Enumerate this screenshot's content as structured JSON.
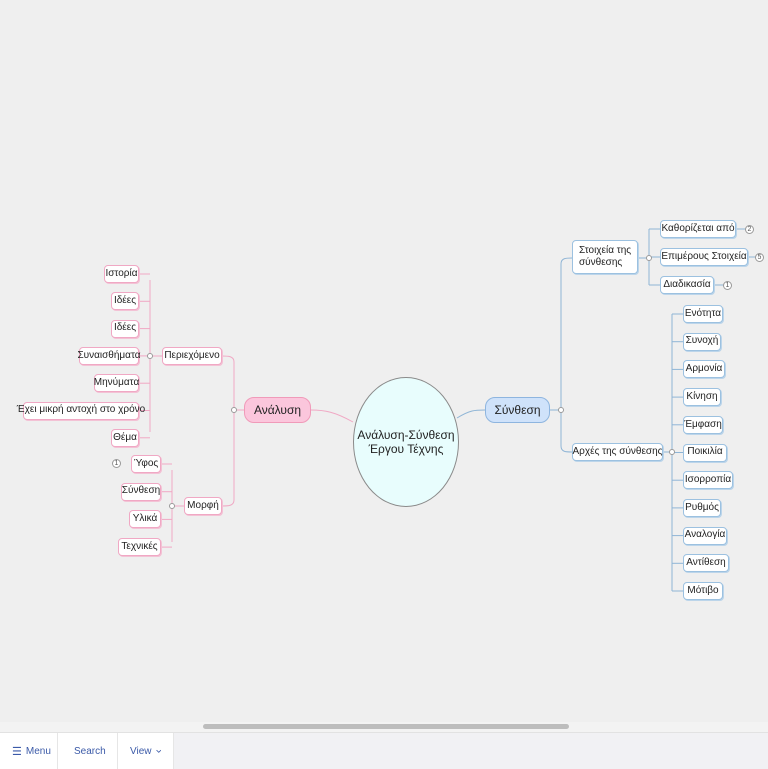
{
  "center": {
    "line1": "Ανάλυση-Σύνθεση",
    "line2": "Έργου Τέχνης"
  },
  "left": {
    "main": "Ανάλυση",
    "periexomeno": {
      "label": "Περιεχόμενο",
      "items": [
        "Ιστορία",
        "Ιδέες",
        "Ιδέες",
        "Συναισθήματα",
        "Μηνύματα",
        "Έχει μικρή αντοχή στο χρόνο",
        "Θέμα"
      ]
    },
    "morfi": {
      "label": "Μορφή",
      "items": [
        "Ύφος",
        "Σύνθεση",
        "Υλικά",
        "Τεχνικές"
      ],
      "yfos_badge": "1"
    }
  },
  "right": {
    "main": "Σύνθεση",
    "stoixeia": {
      "label_line1": "Στοιχεία της",
      "label_line2": "σύνθεσης",
      "items": [
        {
          "label": "Καθορίζεται από",
          "badge": "2"
        },
        {
          "label": "Επιμέρους Στοιχεία",
          "badge": "5"
        },
        {
          "label": "Διαδικασία",
          "badge": "1"
        }
      ]
    },
    "arxes": {
      "label": "Αρχές της σύνθεσης",
      "items": [
        "Ενότητα",
        "Συνοχή",
        "Αρμονία",
        "Κίνηση",
        "Έμφαση",
        "Ποικιλία",
        "Ισορροπία",
        "Ρυθμός",
        "Αναλογία",
        "Αντίθεση",
        "Μότιβο"
      ]
    }
  },
  "toolbar": {
    "menu": "Menu",
    "search": "Search",
    "view": "View"
  },
  "colors": {
    "pink_line": "#f0a8c4",
    "blue_line": "#8fb5d6",
    "background": "#efefef"
  }
}
